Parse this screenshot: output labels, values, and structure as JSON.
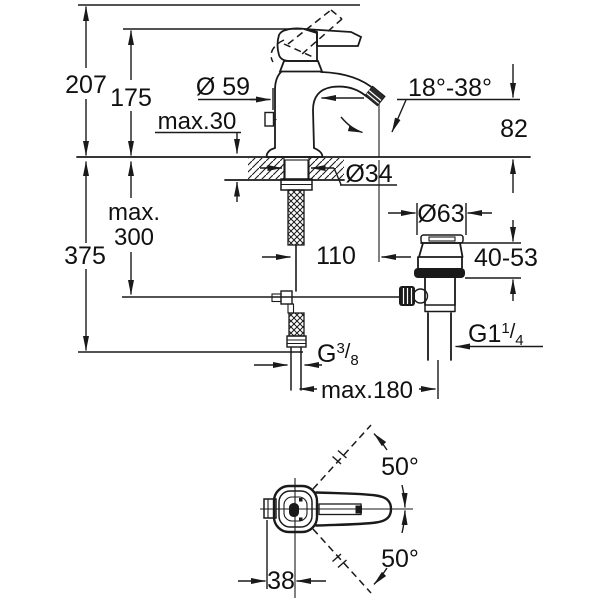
{
  "background_color": "#ffffff",
  "line_color": "#1a1a1a",
  "front_view": {
    "dim_height_total": "207",
    "dim_height_to_lever": "175",
    "dim_body_diameter": "Ø 59",
    "dim_max_deck_thickness": "max.30",
    "dim_spout_angle_range": "18°-38°",
    "dim_spout_height": "82",
    "dim_hole_diameter": "Ø34",
    "dim_max_depth_word": "max.",
    "dim_max_depth_value": "300",
    "dim_total_depth": "375",
    "dim_waste_cap_diameter": "Ø63",
    "dim_spout_reach": "110",
    "dim_waste_height_range": "40-53",
    "dim_supply_thread": {
      "base": "G",
      "numerator": "3",
      "slash": "/",
      "denominator": "8"
    },
    "dim_waste_thread": {
      "base": "G1",
      "numerator": "1",
      "slash": "/",
      "denominator": "4"
    },
    "dim_max_waste_distance": "max.180"
  },
  "top_view": {
    "dim_lever_swing_upper": "50°",
    "dim_lever_swing_lower": "50°",
    "dim_lever_axis_offset": "38"
  }
}
